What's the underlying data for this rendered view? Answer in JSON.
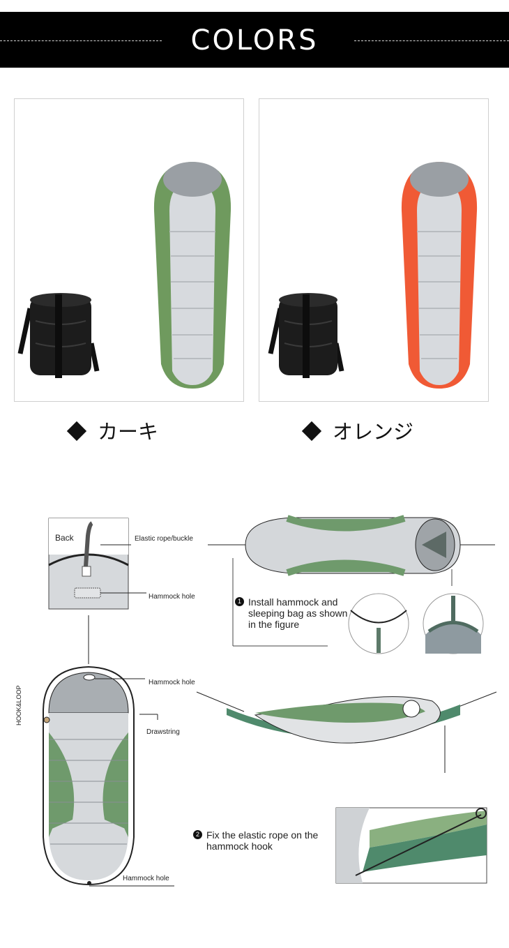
{
  "header": {
    "title": "COLORS"
  },
  "colors": [
    {
      "label": "カーキ",
      "accent": "#6f9a5e"
    },
    {
      "label": "オレンジ",
      "accent": "#f05a35"
    }
  ],
  "diagram": {
    "back_label": "Back",
    "elastic_label": "Elastic rope/buckle",
    "hammock_hole_back": "Hammock hole",
    "hammock_hole_top": "Hammock hole",
    "drawstring": "Drawstring",
    "hook_loop": "HOOK&LOOP",
    "hammock_hole_bottom": "Hammock hole",
    "step1": {
      "num": "1",
      "line1": "Install hammock and",
      "line2": "sleeping bag as shown",
      "line3": "in the figure"
    },
    "step2": {
      "num": "2",
      "line1": "Fix the elastic rope on the",
      "line2": "hammock  hook"
    }
  }
}
